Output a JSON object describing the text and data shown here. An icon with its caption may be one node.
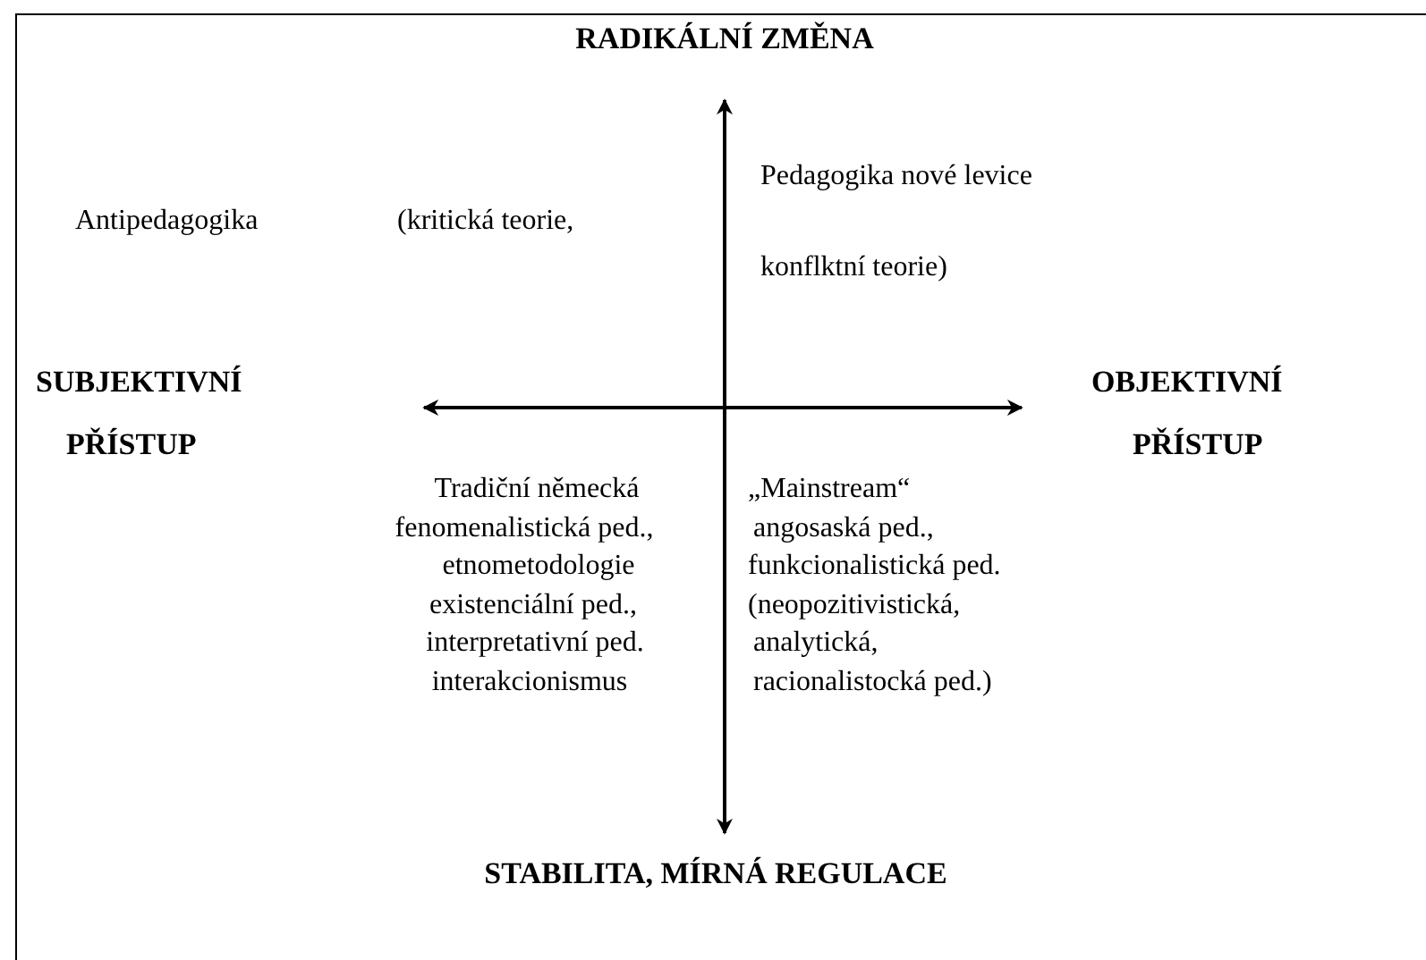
{
  "diagram": {
    "labels": [
      "RADIKÁLNÍ ZMĚNA",
      "Pedagogika nové levice",
      "Antipedagogika",
      "(kritická teorie,",
      "konflktní teorie)",
      "SUBJEKTIVNÍ",
      "OBJEKTIVNÍ",
      "PŘÍSTUP",
      "PŘÍSTUP",
      "Tradiční německá",
      "fenomenalistická ped.,",
      "etnometodologie",
      "existenciální ped.,",
      "interpretativní ped.",
      "interakcionismus",
      "„Mainstream“",
      "angosaská ped.,",
      "funkcionalistická ped.",
      "(neopozitivistická,",
      "analytická,",
      "racionalistocká ped.)",
      "STABILITA, MÍRNÁ REGULACE"
    ]
  }
}
